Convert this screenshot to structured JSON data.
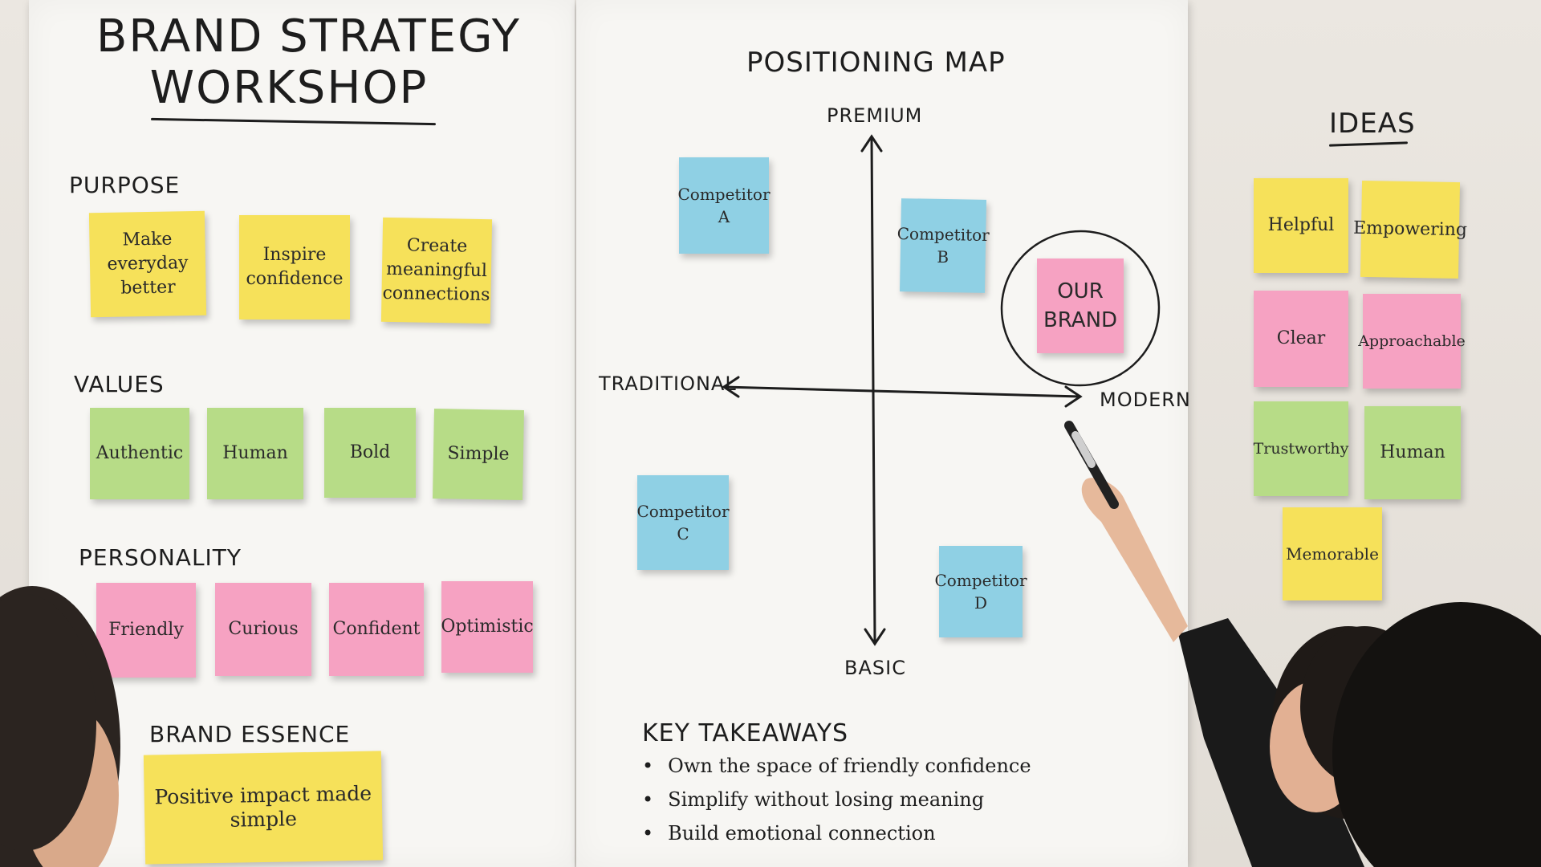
{
  "workshop": {
    "title_line1": "Brand Strategy",
    "title_line2": "Workshop",
    "purpose": {
      "heading": "Purpose",
      "notes": [
        "Make everyday better",
        "Inspire confidence",
        "Create meaningful connections"
      ]
    },
    "values": {
      "heading": "Values",
      "notes": [
        "Authentic",
        "Human",
        "Bold",
        "Simple"
      ]
    },
    "personality": {
      "heading": "Personality",
      "notes": [
        "Friendly",
        "Curious",
        "Confident",
        "Optimistic"
      ]
    },
    "essence": {
      "heading": "Brand Essence",
      "note": "Positive impact made simple"
    }
  },
  "positioning_map": {
    "heading": "Positioning Map",
    "axes": {
      "top": "Premium",
      "bottom": "Basic",
      "left": "Traditional",
      "right": "Modern"
    },
    "competitors": [
      {
        "name": "Competitor",
        "letter": "A"
      },
      {
        "name": "Competitor",
        "letter": "B"
      },
      {
        "name": "Competitor",
        "letter": "C"
      },
      {
        "name": "Competitor",
        "letter": "D"
      }
    ],
    "our_brand_line1": "Our",
    "our_brand_line2": "Brand"
  },
  "takeaways": {
    "heading": "Key Takeaways",
    "items": [
      "Own the space of friendly confidence",
      "Simplify without losing meaning",
      "Build emotional connection"
    ]
  },
  "ideas": {
    "heading": "Ideas",
    "notes": [
      "Helpful",
      "Empowering",
      "Clear",
      "Approachable",
      "Trustworthy",
      "Human",
      "Memorable"
    ]
  },
  "colors": {
    "yellow": "#f6e15a",
    "green": "#b7dc87",
    "pink": "#f6a2c2",
    "blue": "#8fd0e4",
    "ink": "#1d1d1d"
  }
}
